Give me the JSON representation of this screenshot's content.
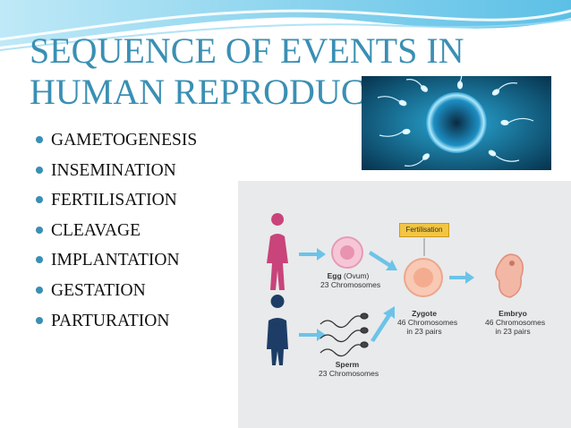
{
  "slide": {
    "title_line1": "SEQUENCE OF EVENTS IN",
    "title_line2": "HUMAN REPRODUCTION",
    "bullets": [
      "GAMETOGENESIS",
      "INSEMINATION",
      "FERTILISATION",
      "CLEAVAGE",
      "IMPLANTATION",
      "GESTATION",
      "PARTURATION"
    ]
  },
  "diagram": {
    "fertilisation_label": "Fertilisation",
    "egg": {
      "name": "Egg",
      "sub": "(Ovum)",
      "chromosomes": "23 Chromosomes"
    },
    "sperm": {
      "name": "Sperm",
      "chromosomes": "23 Chromosomes"
    },
    "zygote": {
      "name": "Zygote",
      "line1": "46 Chromosomes",
      "line2": "in 23 pairs"
    },
    "embryo": {
      "name": "Embryo",
      "line1": "46 Chromosomes",
      "line2": "in 23 pairs"
    }
  },
  "colors": {
    "title": "#3a8fb4",
    "bullet": "#3a8fb4",
    "wave": "#8fd3ef",
    "photo_bg": "#0b3f5c",
    "arrow": "#6cc3e8",
    "female_figure": "#c8447a",
    "male_figure": "#1d3d66"
  }
}
